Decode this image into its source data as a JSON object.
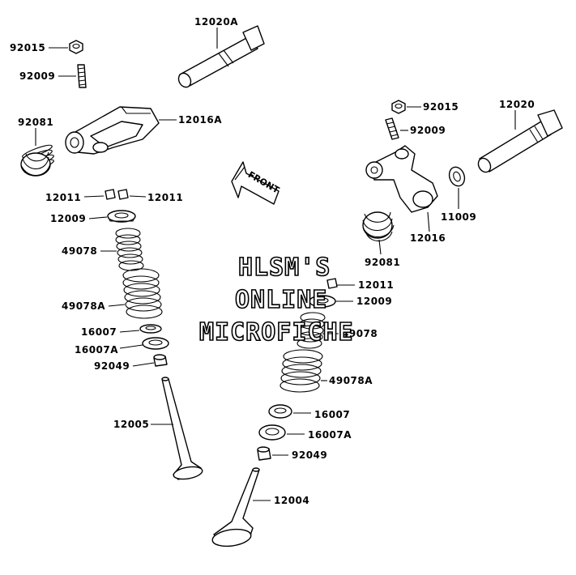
{
  "parts": {
    "p12020A": "12020A",
    "p92015_left": "92015",
    "p92009_left": "92009",
    "p92081_left": "92081",
    "p12016A": "12016A",
    "p12011_left_a": "12011",
    "p12011_left_b": "12011",
    "p12009_left": "12009",
    "p49078_left": "49078",
    "p49078A_left": "49078A",
    "p16007_left": "16007",
    "p16007A_left": "16007A",
    "p92049_left": "92049",
    "p12005": "12005",
    "p92015_right": "92015",
    "p12020": "12020",
    "p92009_right": "92009",
    "p11009": "11009",
    "p12016": "12016",
    "p92081_right": "92081",
    "p12011_right": "12011",
    "p12009_right": "12009",
    "p49078_right": "49078",
    "p49078A_right": "49078A",
    "p16007_right": "16007",
    "p16007A_right": "16007A",
    "p92049_right": "92049",
    "p12004": "12004"
  },
  "front_marker": "FRONT",
  "watermark": {
    "line1": "HLSM'S",
    "line2": "ONLINE",
    "line3": "MICROFICHE"
  }
}
